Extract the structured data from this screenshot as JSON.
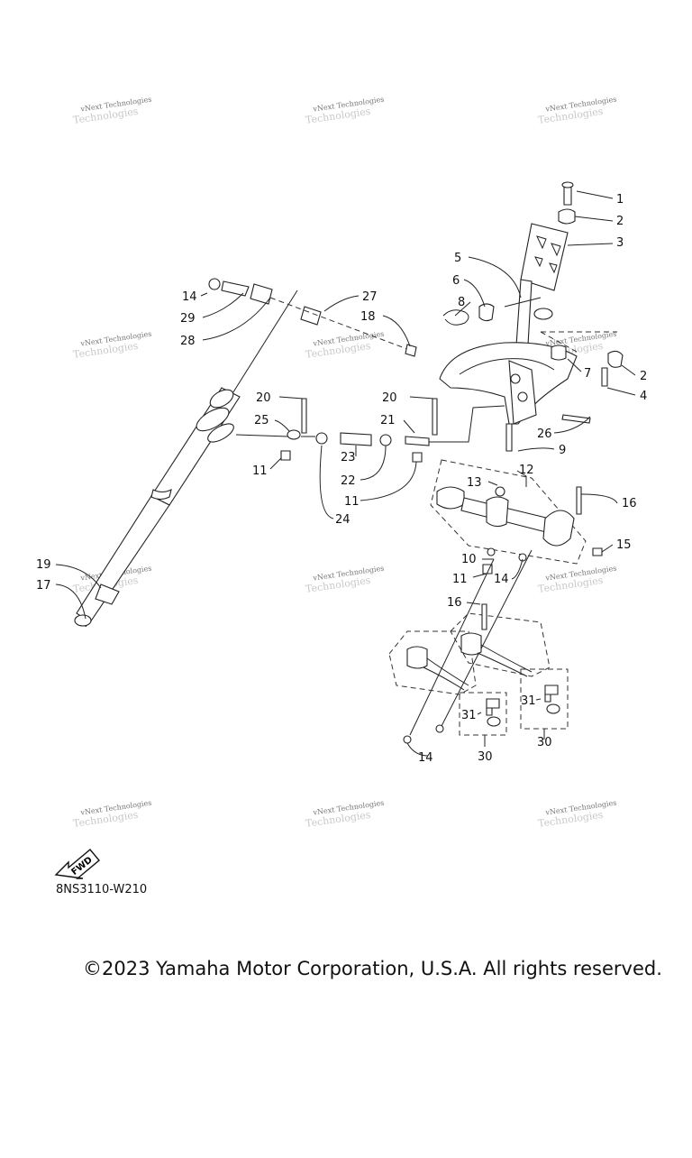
{
  "watermark": {
    "line1": "vNext Technologies",
    "line2": "Technologies"
  },
  "callouts": {
    "c1": "1",
    "c2a": "2",
    "c2b": "2",
    "c3": "3",
    "c4": "4",
    "c5": "5",
    "c6": "6",
    "c7": "7",
    "c8": "8",
    "c9": "9",
    "c10": "10",
    "c11a": "11",
    "c11b": "11",
    "c11c": "11",
    "c12": "12",
    "c13": "13",
    "c14a": "14",
    "c14b": "14",
    "c14c": "14",
    "c15": "15",
    "c16a": "16",
    "c16b": "16",
    "c17": "17",
    "c18": "18",
    "c19": "19",
    "c20a": "20",
    "c20b": "20",
    "c21": "21",
    "c22": "22",
    "c23": "23",
    "c24": "24",
    "c25": "25",
    "c26": "26",
    "c27": "27",
    "c28": "28",
    "c29": "29",
    "c30a": "30",
    "c30b": "30",
    "c31a": "31",
    "c31b": "31"
  },
  "fwd_label": "FWD",
  "diagram_code": "8NS3110-W210",
  "copyright": "©2023 Yamaha Motor Corporation, U.S.A. All rights reserved."
}
